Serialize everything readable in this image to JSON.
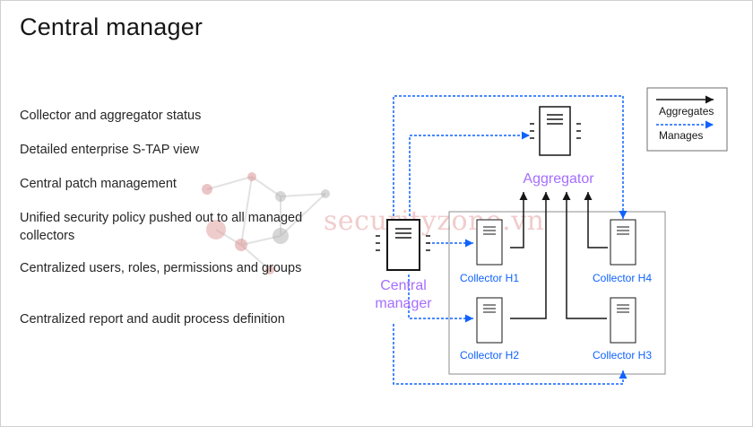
{
  "slide": {
    "title": "Central manager",
    "bullets": [
      "Collector and aggregator status",
      "Detailed enterprise S-TAP view",
      "Central patch management",
      "Unified security policy pushed out to all managed collectors",
      "Centralized users, roles, permissions and groups",
      "Centralized report and audit process definition"
    ]
  },
  "diagram": {
    "nodes": {
      "aggregator": "Aggregator",
      "central_manager_line1": "Central",
      "central_manager_line2": "manager",
      "collector_h1": "Collector H1",
      "collector_h2": "Collector H2",
      "collector_h3": "Collector H3",
      "collector_h4": "Collector H4"
    },
    "legend": {
      "aggregates": "Aggregates",
      "manages": "Manages"
    },
    "colors": {
      "aggregates_line": "#161616",
      "manages_line": "#0f62fe",
      "central_label": "#a56eff",
      "collector_label": "#0f62fe"
    }
  },
  "watermark": "securityzone.vn"
}
